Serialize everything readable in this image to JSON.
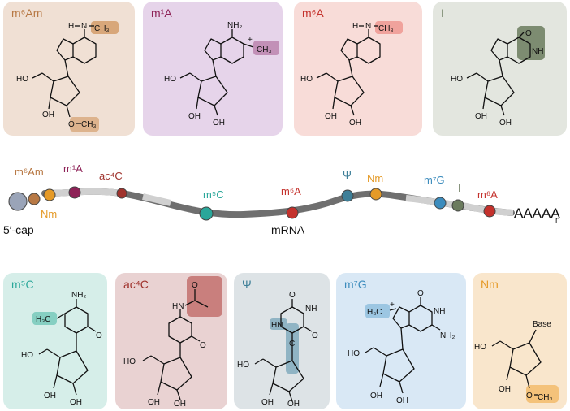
{
  "colors": {
    "m6Am": "#b87945",
    "m1A": "#8e2257",
    "m6A": "#c4312c",
    "I": "#6b7b5e",
    "m5C": "#2aa79a",
    "ac4C": "#a0332d",
    "psi": "#3e7f98",
    "m7G": "#3c8cbd",
    "Nm": "#e59a27",
    "cap": "#9aa4b8",
    "rna": "#6f6f6f"
  },
  "top_cards": [
    {
      "label": "m⁶Am",
      "methyl": "CH₃",
      "ome": "O",
      "ome_methyl": "CH₃",
      "amine": "N",
      "h": "H",
      "oh": [
        "HO",
        "OH"
      ]
    },
    {
      "label": "m¹A",
      "nh2": "NH₂",
      "methyl": "CH₃",
      "plus": "+",
      "oh": [
        "HO",
        "OH",
        "OH"
      ]
    },
    {
      "label": "m⁶A",
      "methyl": "CH₃",
      "amine": "N",
      "h": "H",
      "oh": [
        "HO",
        "OH",
        "OH"
      ]
    },
    {
      "label": "I",
      "o": "O",
      "nh": "NH",
      "oh": [
        "HO",
        "OH",
        "OH"
      ]
    }
  ],
  "bottom_cards": [
    {
      "label": "m⁵C",
      "nh2": "NH₂",
      "methyl": "H₃C",
      "o": "O",
      "oh": [
        "HO",
        "OH",
        "OH"
      ]
    },
    {
      "label": "ac⁴C",
      "o": "O",
      "nh": "HN",
      "o2": "O",
      "oh": [
        "HO",
        "OH",
        "OH"
      ]
    },
    {
      "label": "Ψ",
      "o": "O",
      "o2": "O",
      "hn": "HN",
      "nh": "NH",
      "c": "C",
      "oh": [
        "HO",
        "OH",
        "OH"
      ]
    },
    {
      "label": "m⁷G",
      "methyl": "H₃C",
      "plus": "+",
      "o": "O",
      "nh": "NH",
      "nh2": "NH₂",
      "oh": [
        "HO",
        "OH",
        "OH"
      ]
    },
    {
      "label": "Nm",
      "base": "Base",
      "ome": "O",
      "ome_methyl": "CH₃",
      "oh": [
        "HO",
        "OH"
      ]
    }
  ],
  "mrna": {
    "cap_label": "5′-cap",
    "rna_label": "mRNA",
    "tail": "AAAAA",
    "tail_sub": "n",
    "marks": [
      {
        "label": "m⁶Am",
        "color": "#b87945"
      },
      {
        "label": "Nm",
        "color": "#e59a27"
      },
      {
        "label": "m¹A",
        "color": "#8e2257"
      },
      {
        "label": "ac⁴C",
        "color": "#a0332d"
      },
      {
        "label": "m⁵C",
        "color": "#2aa79a"
      },
      {
        "label": "m⁶A",
        "color": "#c4312c"
      },
      {
        "label": "Ψ",
        "color": "#3e7f98"
      },
      {
        "label": "Nm",
        "color": "#e59a27"
      },
      {
        "label": "m⁷G",
        "color": "#3c8cbd"
      },
      {
        "label": "I",
        "color": "#6b7b5e"
      },
      {
        "label": "m⁶A",
        "color": "#c4312c"
      }
    ]
  }
}
